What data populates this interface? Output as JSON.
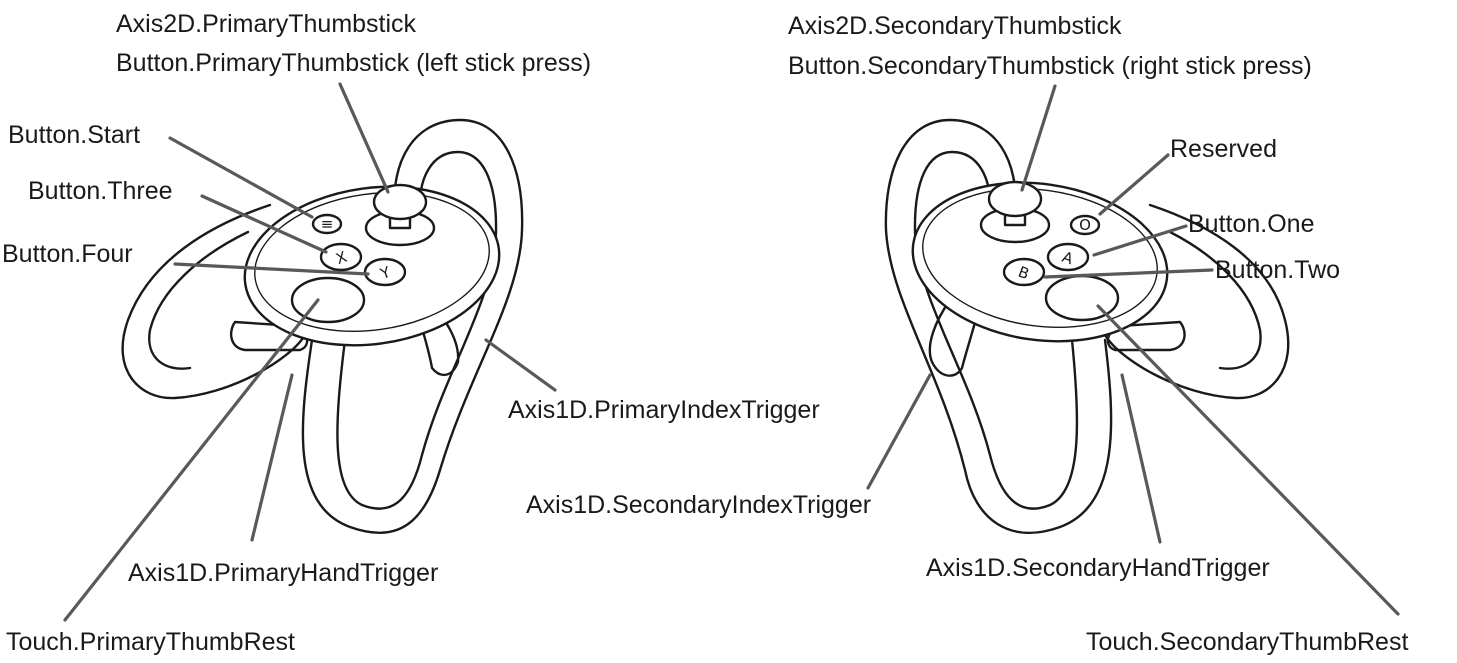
{
  "left_controller": {
    "thumbstick_axis": "Axis2D.PrimaryThumbstick",
    "thumbstick_press": "Button.PrimaryThumbstick (left stick press)",
    "start": "Button.Start",
    "three": "Button.Three",
    "four": "Button.Four",
    "index_trigger": "Axis1D.PrimaryIndexTrigger",
    "hand_trigger": "Axis1D.PrimaryHandTrigger",
    "thumb_rest": "Touch.PrimaryThumbRest",
    "button_glyphs": {
      "start": "≡",
      "x": "X",
      "y": "Y"
    }
  },
  "right_controller": {
    "thumbstick_axis": "Axis2D.SecondaryThumbstick",
    "thumbstick_press": "Button.SecondaryThumbstick (right stick press)",
    "reserved": "Reserved",
    "one": "Button.One",
    "two": "Button.Two",
    "index_trigger": "Axis1D.SecondaryIndexTrigger",
    "hand_trigger": "Axis1D.SecondaryHandTrigger",
    "thumb_rest": "Touch.SecondaryThumbRest",
    "button_glyphs": {
      "oculus": "O",
      "a": "A",
      "b": "B"
    }
  },
  "colors": {
    "leader": "#595959",
    "outline": "#1a1a1a",
    "text": "#1a1a1a",
    "background": "#ffffff"
  }
}
